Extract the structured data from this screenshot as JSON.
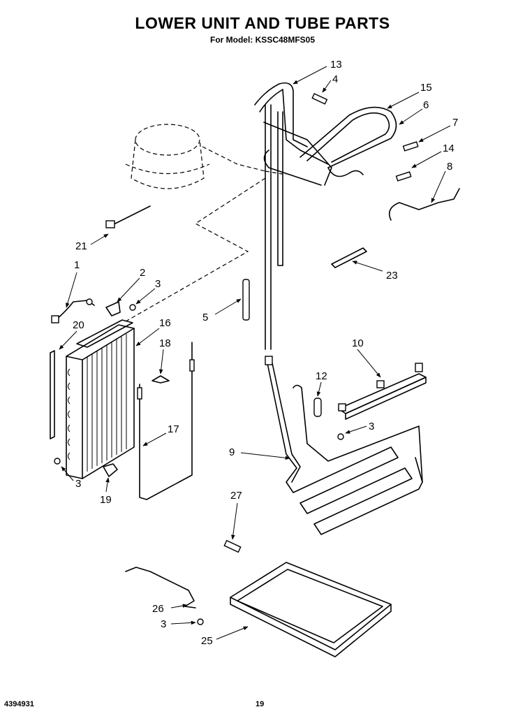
{
  "header": {
    "title": "LOWER UNIT AND TUBE PARTS",
    "subtitle": "For Model: KSSC48MFS05"
  },
  "footer": {
    "doc_number": "4394931",
    "page_number": "19"
  },
  "callouts": {
    "c1": "1",
    "c2": "2",
    "c3a": "3",
    "c3b": "3",
    "c3c": "3",
    "c3d": "3",
    "c4": "4",
    "c5": "5",
    "c6": "6",
    "c7": "7",
    "c8": "8",
    "c9": "9",
    "c10": "10",
    "c12": "12",
    "c13": "13",
    "c14": "14",
    "c15": "15",
    "c16": "16",
    "c17": "17",
    "c18": "18",
    "c19": "19",
    "c20": "20",
    "c21": "21",
    "c23": "23",
    "c25": "25",
    "c26": "26",
    "c27": "27"
  }
}
